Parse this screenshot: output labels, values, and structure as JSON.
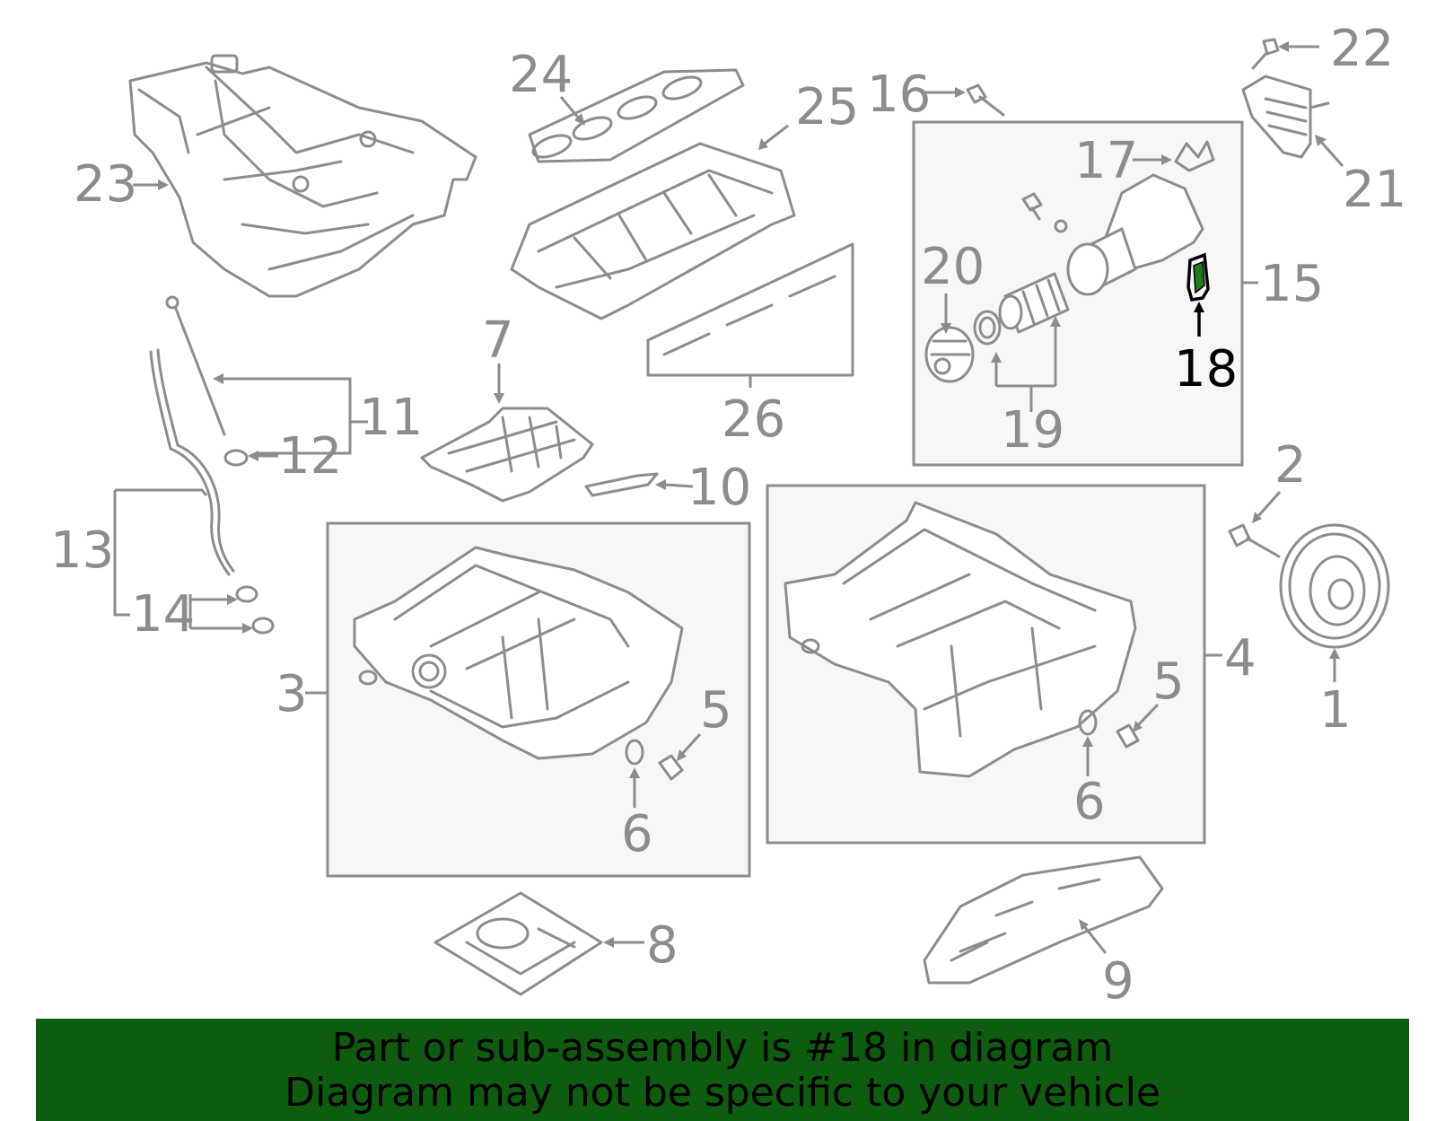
{
  "callouts": {
    "c1": "1",
    "c2": "2",
    "c3": "3",
    "c4": "4",
    "c5a": "5",
    "c5b": "5",
    "c6a": "6",
    "c6b": "6",
    "c7": "7",
    "c8": "8",
    "c9": "9",
    "c10": "10",
    "c11": "11",
    "c12": "12",
    "c13": "13",
    "c14": "14",
    "c15": "15",
    "c16": "16",
    "c17": "17",
    "c18": "18",
    "c19": "19",
    "c20": "20",
    "c21": "21",
    "c22": "22",
    "c23": "23",
    "c24": "24",
    "c25": "25",
    "c26": "26"
  },
  "highlight": {
    "part_number": "18",
    "color": "#1e7d1e"
  },
  "banner": {
    "line1": "Part or sub-assembly is #18 in diagram",
    "line2": "Diagram may not be specific to your vehicle",
    "background": "#0e5c0e"
  }
}
